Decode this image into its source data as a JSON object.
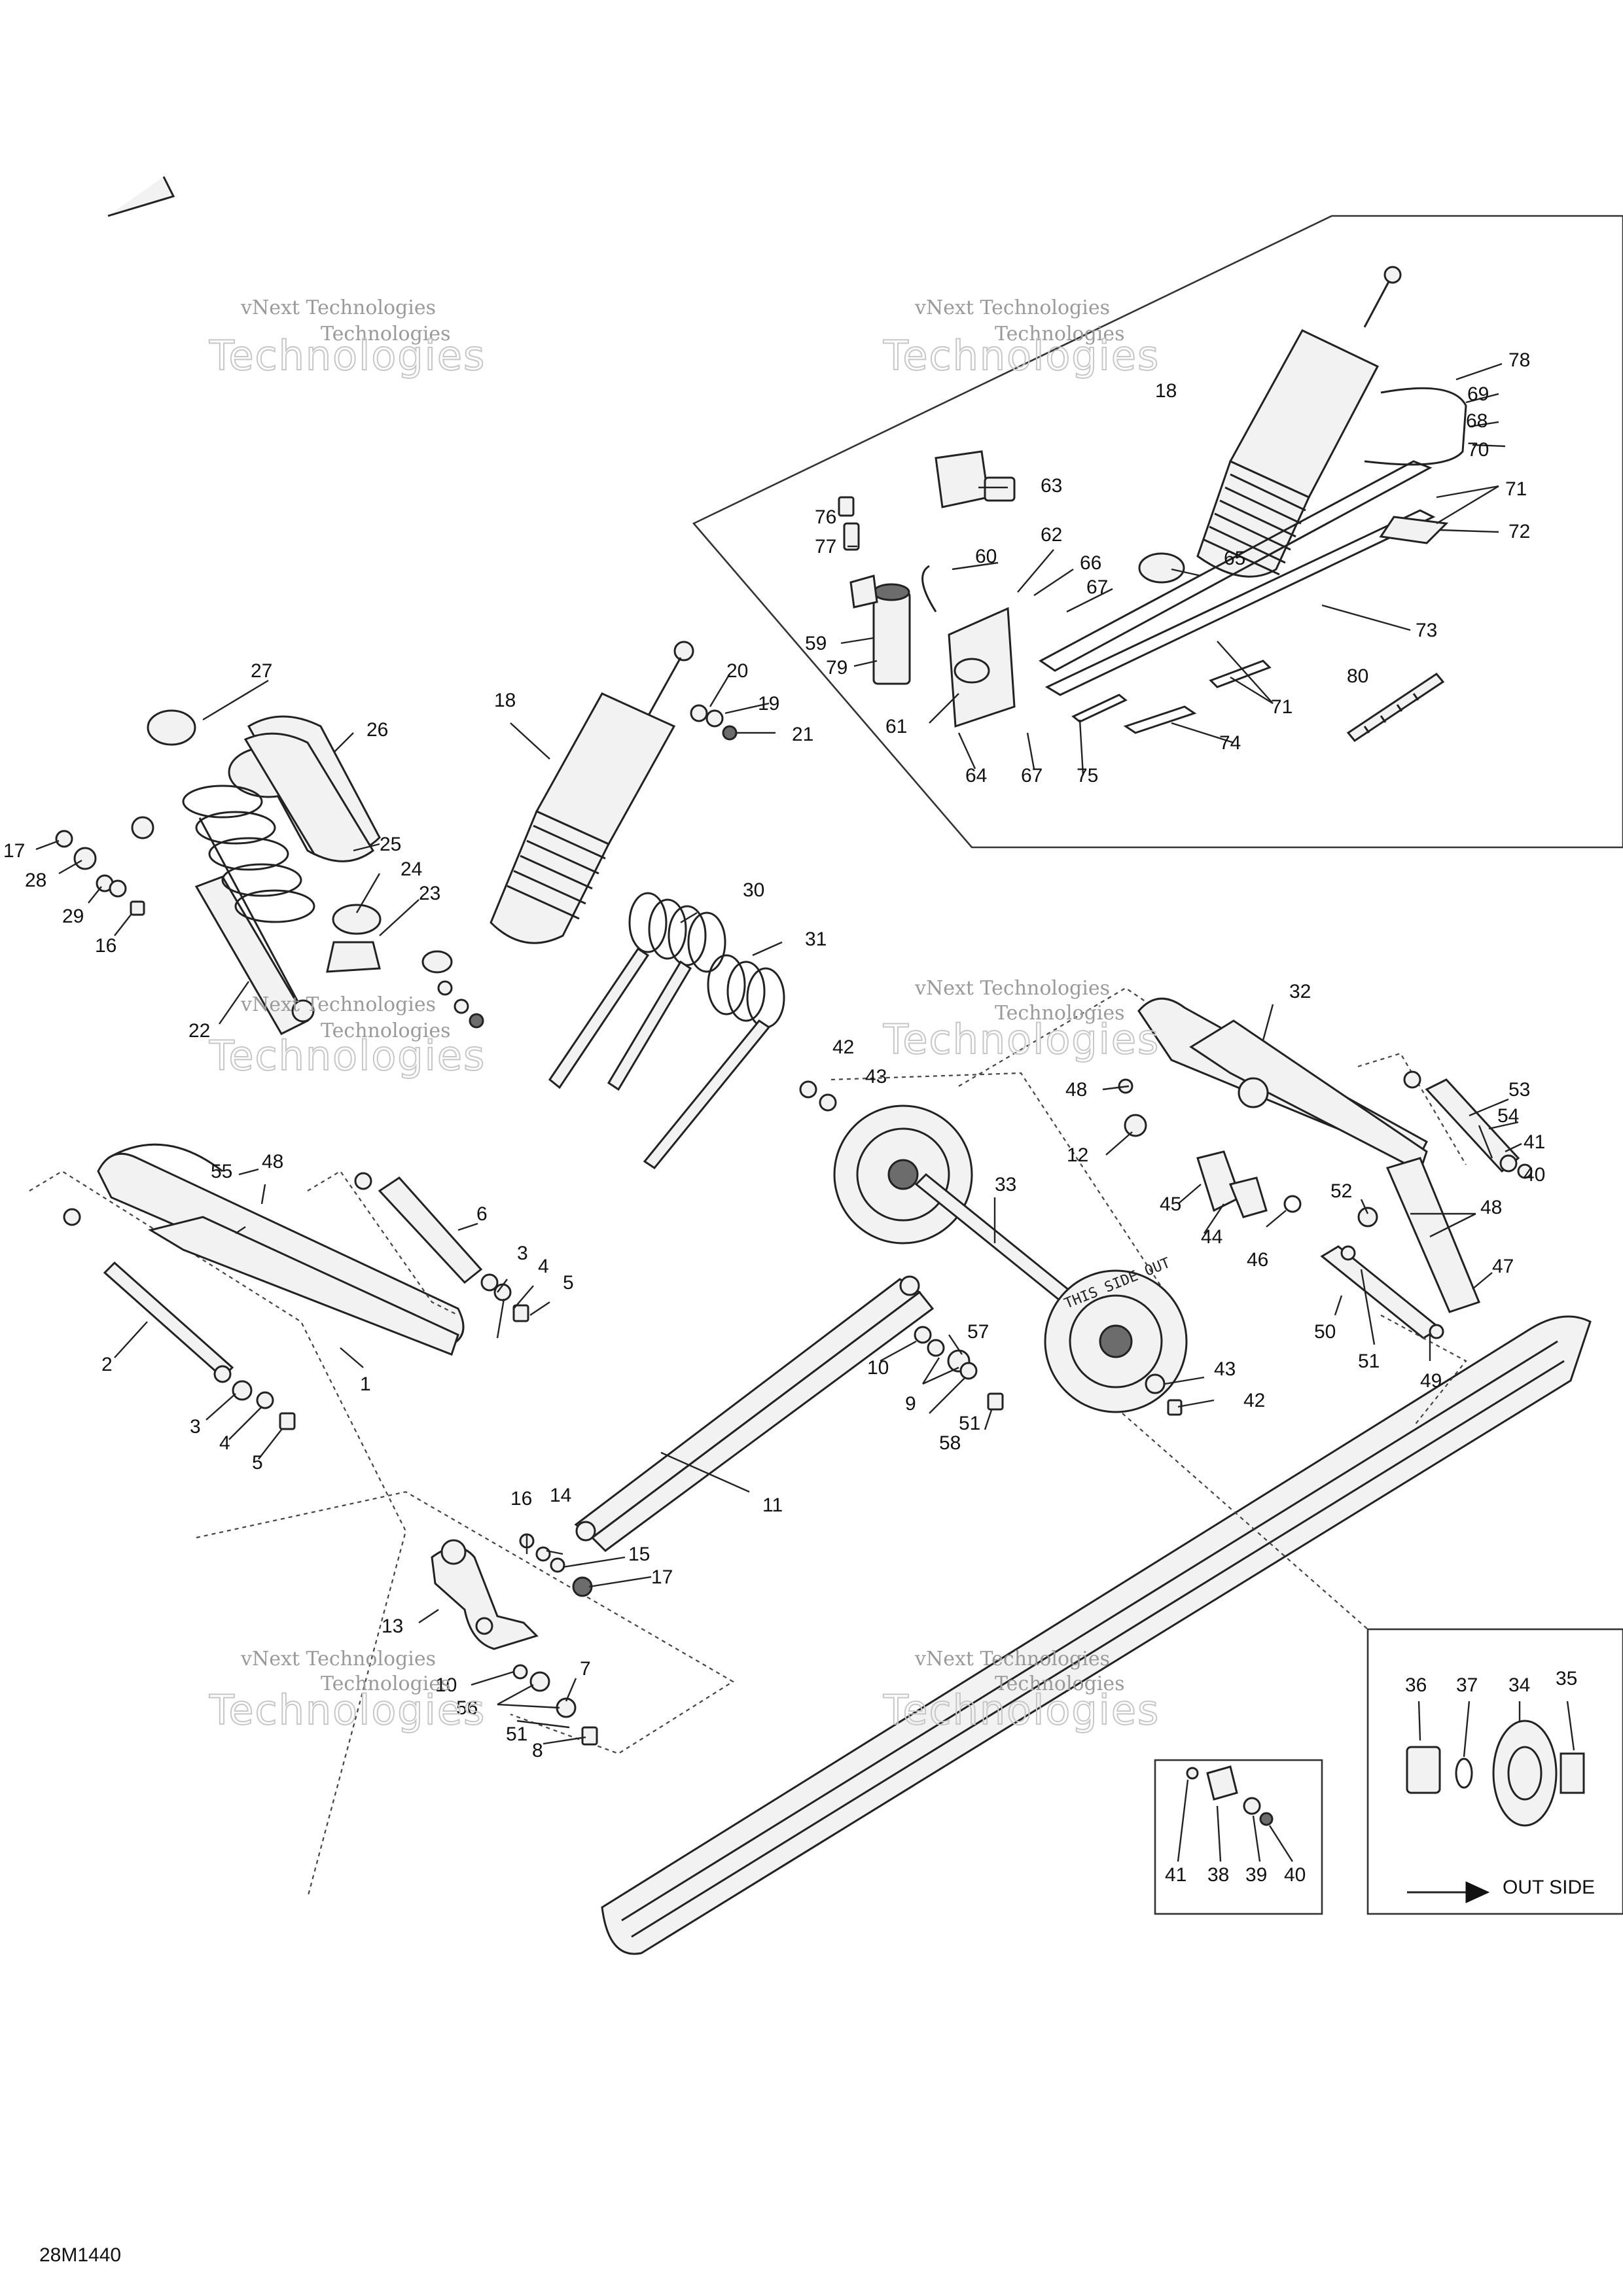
{
  "drawing_code": "28M1440",
  "watermark": {
    "line1": "vNext Technologies",
    "line2": "Technologies"
  },
  "inset_label": "OUT SIDE",
  "shaft_mark": "THIS SIDE OUT",
  "callouts": [
    "1",
    "2",
    "3",
    "3",
    "4",
    "4",
    "5",
    "5",
    "6",
    "7",
    "8",
    "9",
    "10",
    "10",
    "11",
    "12",
    "13",
    "14",
    "15",
    "16",
    "16",
    "17",
    "17",
    "18",
    "18",
    "19",
    "20",
    "21",
    "22",
    "23",
    "24",
    "25",
    "26",
    "27",
    "28",
    "29",
    "30",
    "31",
    "32",
    "33",
    "34",
    "35",
    "36",
    "37",
    "38",
    "39",
    "40",
    "40",
    "41",
    "41",
    "42",
    "42",
    "43",
    "43",
    "44",
    "45",
    "46",
    "47",
    "48",
    "48",
    "48",
    "49",
    "50",
    "51",
    "51",
    "51",
    "52",
    "53",
    "54",
    "55",
    "56",
    "57",
    "58",
    "59",
    "60",
    "61",
    "62",
    "63",
    "64",
    "65",
    "66",
    "67",
    "67",
    "68",
    "69",
    "70",
    "71",
    "71",
    "72",
    "73",
    "74",
    "75",
    "76",
    "77",
    "78",
    "79",
    "80"
  ],
  "colors": {
    "line": "#222222",
    "watermark": "#9a9a9a",
    "fill": "#f2f2f2"
  },
  "icons": {
    "out_side_arrow": "arrow-right-icon"
  }
}
